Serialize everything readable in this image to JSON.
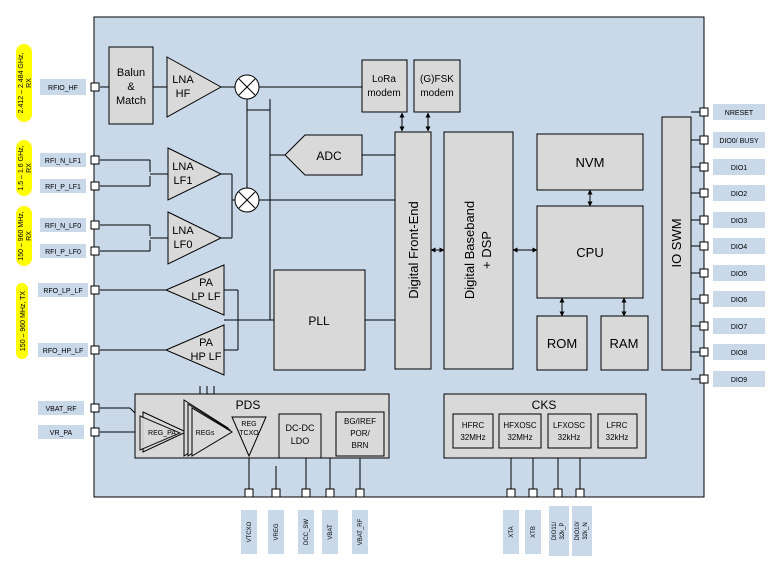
{
  "blocks": {
    "balun": [
      "Balun",
      "&",
      "Match"
    ],
    "lna_hf": [
      "LNA",
      "HF"
    ],
    "lna_lf1": [
      "LNA",
      "LF1"
    ],
    "lna_lf0": [
      "LNA",
      "LF0"
    ],
    "pa_lp": [
      "PA",
      "LP LF"
    ],
    "pa_hp": [
      "PA",
      "HP LF"
    ],
    "adc": "ADC",
    "pll": "PLL",
    "lora": [
      "LoRa",
      "modem"
    ],
    "gfsk": [
      "(G)FSK",
      "modem"
    ],
    "dfe": "Digital Front-End",
    "dbb": [
      "Digital Baseband",
      "+ DSP"
    ],
    "nvm": "NVM",
    "cpu": "CPU",
    "rom": "ROM",
    "ram": "RAM",
    "ioswm": "IO SWM",
    "pds": {
      "title": "PDS",
      "reg_pa": "REG_PA",
      "regs": "REGs",
      "reg_tcxo": [
        "REG",
        "TCXO"
      ],
      "dcdc": [
        "DC-DC",
        "LDO"
      ],
      "bg": [
        "BG/IREF",
        "POR/",
        "BRN"
      ]
    },
    "cks": {
      "title": "CKS",
      "hfrc": [
        "HFRC",
        "32MHz"
      ],
      "hfxosc": [
        "HFXOSC",
        "32MHz"
      ],
      "lfxosc": [
        "LFXOSC",
        "32kHz"
      ],
      "lfrc": [
        "LFRC",
        "32kHz"
      ]
    }
  },
  "left_pins": [
    "RFIO_HF",
    "RFI_N_LF1",
    "RFI_P_LF1",
    "RFI_N_LF0",
    "RFI_P_LF0",
    "RFO_LP_LF",
    "RFO_HP_LF",
    "VBAT_RF",
    "VR_PA"
  ],
  "band_labels": [
    [
      "2.412 – 2.484 GHz,",
      "RX"
    ],
    [
      "1.5 – 1.6 GHz,",
      "RX"
    ],
    [
      "150 – 960 MHz,",
      "RX"
    ],
    [
      "150 – 960 MHz, TX"
    ]
  ],
  "right_pins": [
    "NRESET",
    "DIO0/ BUSY",
    "DIO1",
    "DIO2",
    "DIO3",
    "DIO4",
    "DIO5",
    "DIO6",
    "DIO7",
    "DIO8",
    "DIO9"
  ],
  "bottom_pins": [
    [
      "VTCXO"
    ],
    [
      "VREG"
    ],
    [
      "DCC_SW"
    ],
    [
      "VBAT"
    ],
    [
      "VBAT_RF"
    ],
    [
      "XTA"
    ],
    [
      "XTB"
    ],
    [
      "DIO11/",
      "32k_P"
    ],
    [
      "DIO10/",
      "32k_N"
    ]
  ],
  "colors": {
    "chip": "#c9d9ea",
    "block": "#d9d9d9",
    "highlight": "#ffff00"
  }
}
